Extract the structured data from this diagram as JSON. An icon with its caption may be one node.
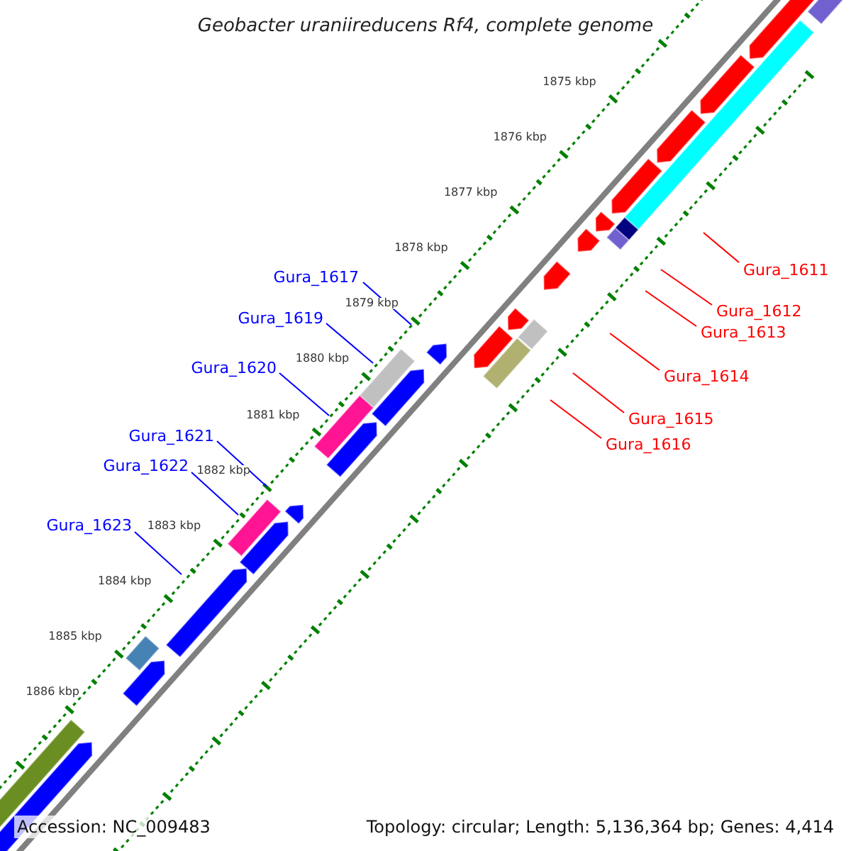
{
  "diagram": {
    "title": "Geobacter uraniireducens Rf4, complete genome",
    "nodes": [
      {
        "text": [
          "Gura_1611"
        ]
      },
      {
        "text": [
          "Gura_1612"
        ]
      },
      {
        "text": [
          "Gura_1613"
        ]
      },
      {
        "text": [
          "Gura_1614"
        ]
      },
      {
        "text": [
          "Gura_1615"
        ]
      },
      {
        "text": [
          "Gura_1616"
        ]
      },
      {
        "text": [
          "Gura_1617"
        ]
      },
      {
        "text": [
          "Gura_1619"
        ]
      },
      {
        "text": [
          "Gura_1620"
        ]
      },
      {
        "text": [
          "Gura_1621"
        ]
      },
      {
        "text": [
          "Gura_1622"
        ]
      },
      {
        "text": [
          "Gura_1623"
        ]
      }
    ],
    "edges": [
      {
        "from": 0,
        "to": null,
        "arrow": "none",
        "color": "#ff0000"
      },
      {
        "from": 1,
        "to": null,
        "arrow": "none",
        "color": "#ff0000"
      },
      {
        "from": 2,
        "to": null,
        "arrow": "none",
        "color": "#ff0000"
      },
      {
        "from": 3,
        "to": null,
        "arrow": "none",
        "color": "#ff0000"
      },
      {
        "from": 4,
        "to": null,
        "arrow": "none",
        "color": "#ff0000"
      },
      {
        "from": 5,
        "to": null,
        "arrow": "none",
        "color": "#ff0000"
      },
      {
        "from": 6,
        "to": null,
        "arrow": "none",
        "color": "#0000ff"
      },
      {
        "from": 7,
        "to": null,
        "arrow": "none",
        "color": "#0000ff"
      },
      {
        "from": 8,
        "to": null,
        "arrow": "none",
        "color": "#0000ff"
      },
      {
        "from": 9,
        "to": null,
        "arrow": "none",
        "color": "#0000ff"
      },
      {
        "from": 10,
        "to": null,
        "arrow": "none",
        "color": "#0000ff"
      },
      {
        "from": 11,
        "to": null,
        "arrow": "none",
        "color": "#0000ff"
      }
    ],
    "labels": [
      "1875 kbp",
      "1876 kbp",
      "1877 kbp",
      "1878 kbp",
      "1879 kbp",
      "1880 kbp",
      "1881 kbp",
      "1882 kbp",
      "1883 kbp",
      "1884 kbp",
      "1885 kbp",
      "1886 kbp",
      "Accession: NC_009483",
      "Topology: circular; Length: 5,136,364 bp; Genes: 4,414"
    ]
  }
}
